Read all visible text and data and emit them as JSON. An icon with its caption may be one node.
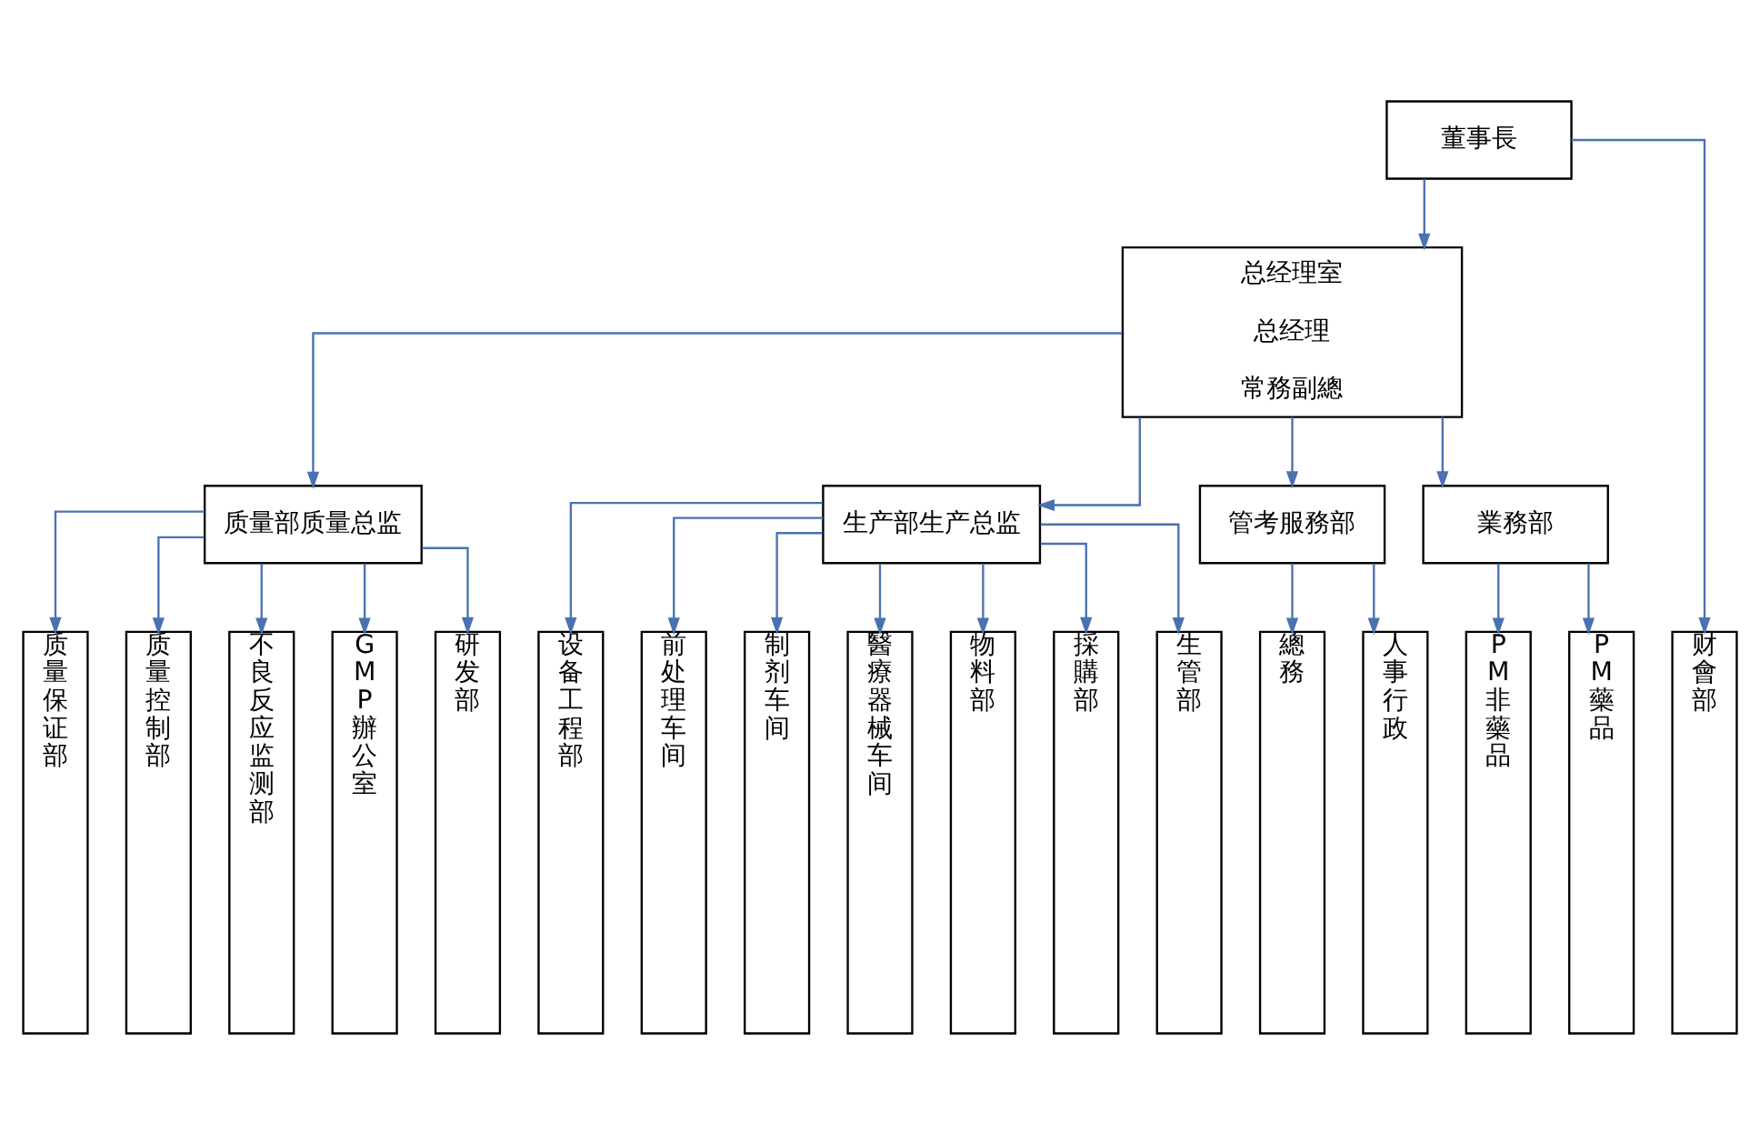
{
  "diagram": {
    "nodes": [
      {
        "text": [
          "董事長"
        ]
      },
      {
        "text": [
          "总经理室",
          "总经理",
          "常務副總"
        ]
      },
      {
        "text": [
          "质量部质量总监"
        ]
      },
      {
        "text": [
          "生产部生产总监"
        ]
      },
      {
        "text": [
          "管考服務部"
        ]
      },
      {
        "text": [
          "業務部"
        ]
      },
      {
        "text": [
          "质量保证部"
        ]
      },
      {
        "text": [
          "质量控制部"
        ]
      },
      {
        "text": [
          "不良反应监测部"
        ]
      },
      {
        "text": [
          "GMP辦公室"
        ]
      },
      {
        "text": [
          "研发部"
        ]
      },
      {
        "text": [
          "设备工程部"
        ]
      },
      {
        "text": [
          "前处理车间"
        ]
      },
      {
        "text": [
          "制剂车间"
        ]
      },
      {
        "text": [
          "醫療器械车间"
        ]
      },
      {
        "text": [
          "物料部"
        ]
      },
      {
        "text": [
          "採購部"
        ]
      },
      {
        "text": [
          "生管部"
        ]
      },
      {
        "text": [
          "總務"
        ]
      },
      {
        "text": [
          "人事行政"
        ]
      },
      {
        "text": [
          "PM非藥品"
        ]
      },
      {
        "text": [
          "PM藥品"
        ]
      },
      {
        "text": [
          "财會部"
        ]
      }
    ],
    "edges": [
      {
        "from": 0,
        "to": 1,
        "arrow": "to"
      },
      {
        "from": 0,
        "to": 22,
        "arrow": "to"
      },
      {
        "from": 1,
        "to": 2,
        "arrow": "to"
      },
      {
        "from": 1,
        "to": 3,
        "arrow": "to"
      },
      {
        "from": 1,
        "to": 4,
        "arrow": "to"
      },
      {
        "from": 1,
        "to": 5,
        "arrow": "to"
      },
      {
        "from": 2,
        "to": 6,
        "arrow": "to"
      },
      {
        "from": 2,
        "to": 7,
        "arrow": "to"
      },
      {
        "from": 2,
        "to": 8,
        "arrow": "to"
      },
      {
        "from": 2,
        "to": 9,
        "arrow": "to"
      },
      {
        "from": 2,
        "to": 10,
        "arrow": "to"
      },
      {
        "from": 3,
        "to": 11,
        "arrow": "to"
      },
      {
        "from": 3,
        "to": 12,
        "arrow": "to"
      },
      {
        "from": 3,
        "to": 13,
        "arrow": "to"
      },
      {
        "from": 3,
        "to": 14,
        "arrow": "to"
      },
      {
        "from": 3,
        "to": 15,
        "arrow": "to"
      },
      {
        "from": 3,
        "to": 16,
        "arrow": "to"
      },
      {
        "from": 3,
        "to": 17,
        "arrow": "to"
      },
      {
        "from": 4,
        "to": 18,
        "arrow": "to"
      },
      {
        "from": 4,
        "to": 19,
        "arrow": "to"
      },
      {
        "from": 5,
        "to": 20,
        "arrow": "to"
      },
      {
        "from": 5,
        "to": 21,
        "arrow": "to"
      }
    ]
  }
}
